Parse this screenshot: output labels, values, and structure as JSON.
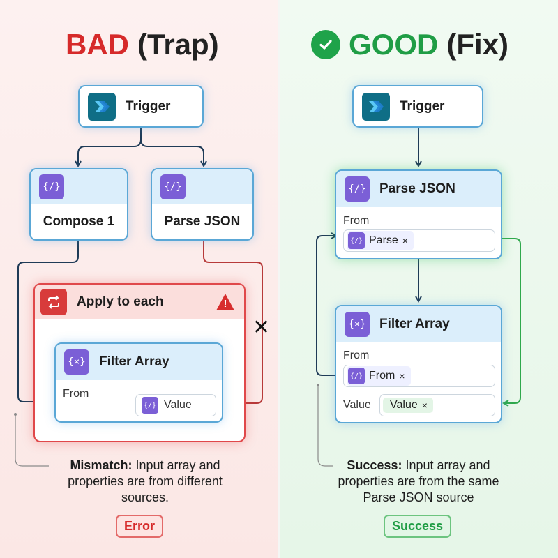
{
  "bad": {
    "heading_tag": "BAD",
    "heading_rest": "(Trap)",
    "trigger": "Trigger",
    "compose": "Compose 1",
    "parse": "Parse JSON",
    "apply": "Apply to each",
    "filter": "Filter Array",
    "from_label": "From",
    "value_chip": "Value",
    "caption_bold": "Mismatch:",
    "caption_line1": " Input array and",
    "caption_line2": "properties are from different",
    "caption_line3": "sources.",
    "badge": "Error"
  },
  "good": {
    "heading_tag": "GOOD",
    "heading_rest": "(Fix)",
    "trigger": "Trigger",
    "parse": "Parse JSON",
    "parse_from_label": "From",
    "parse_chip": "Parse",
    "filter": "Filter Array",
    "filter_from_label": "From",
    "filter_from_chip": "From",
    "value_label": "Value",
    "value_chip": "Value",
    "caption_bold": "Success:",
    "caption_line1": " Input array and",
    "caption_line2": "properties are from the same",
    "caption_line3": "Parse JSON source",
    "badge": "Success"
  },
  "glyphs": {
    "expr": "{/}",
    "filter": "{×}",
    "remove": "×",
    "warning": "!",
    "cross": "✕"
  },
  "colors": {
    "bad": "#d62a2a",
    "good": "#1f9d45",
    "node_border": "#5aa7d6",
    "connector_dark": "#1f3b57",
    "connector_red": "#b73a3a",
    "connector_green": "#2fa84c"
  }
}
